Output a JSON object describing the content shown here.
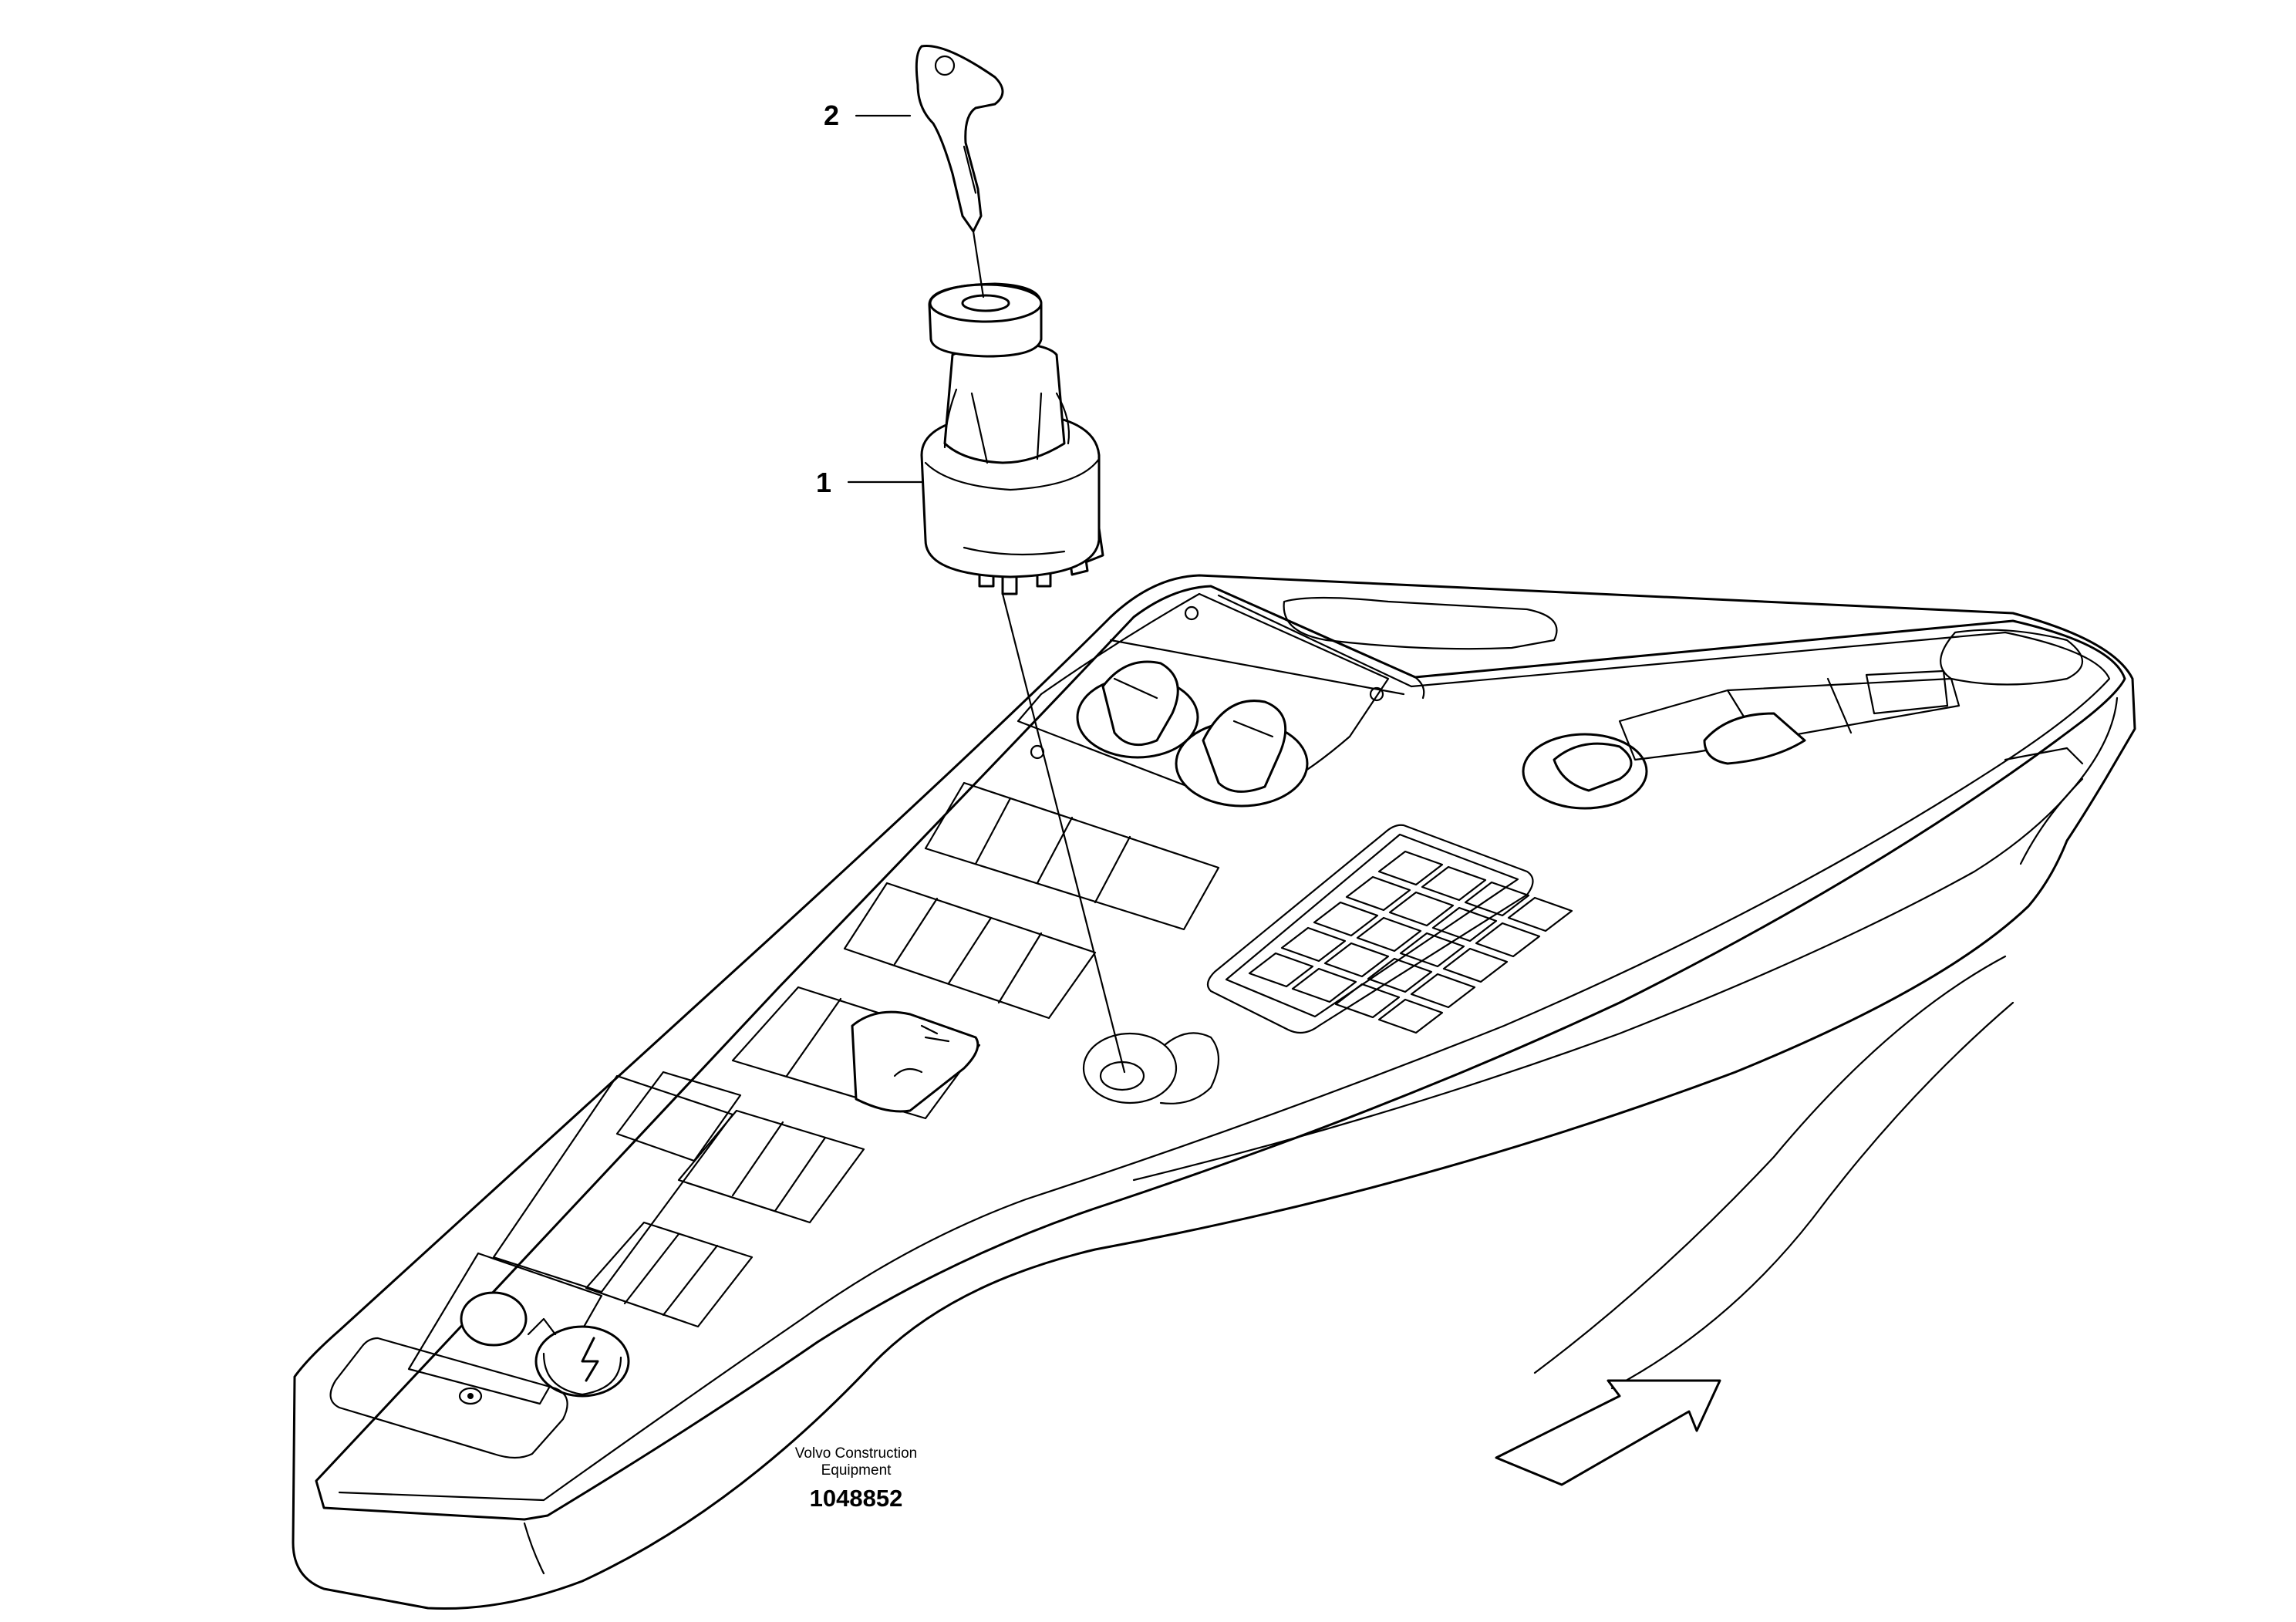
{
  "callouts": [
    {
      "id": "1",
      "text": "1"
    },
    {
      "id": "2",
      "text": "2"
    }
  ],
  "credit": {
    "line1": "Volvo Construction",
    "line2": "Equipment",
    "part_number": "1048852"
  },
  "colors": {
    "line": "#000000",
    "background": "#ffffff"
  }
}
